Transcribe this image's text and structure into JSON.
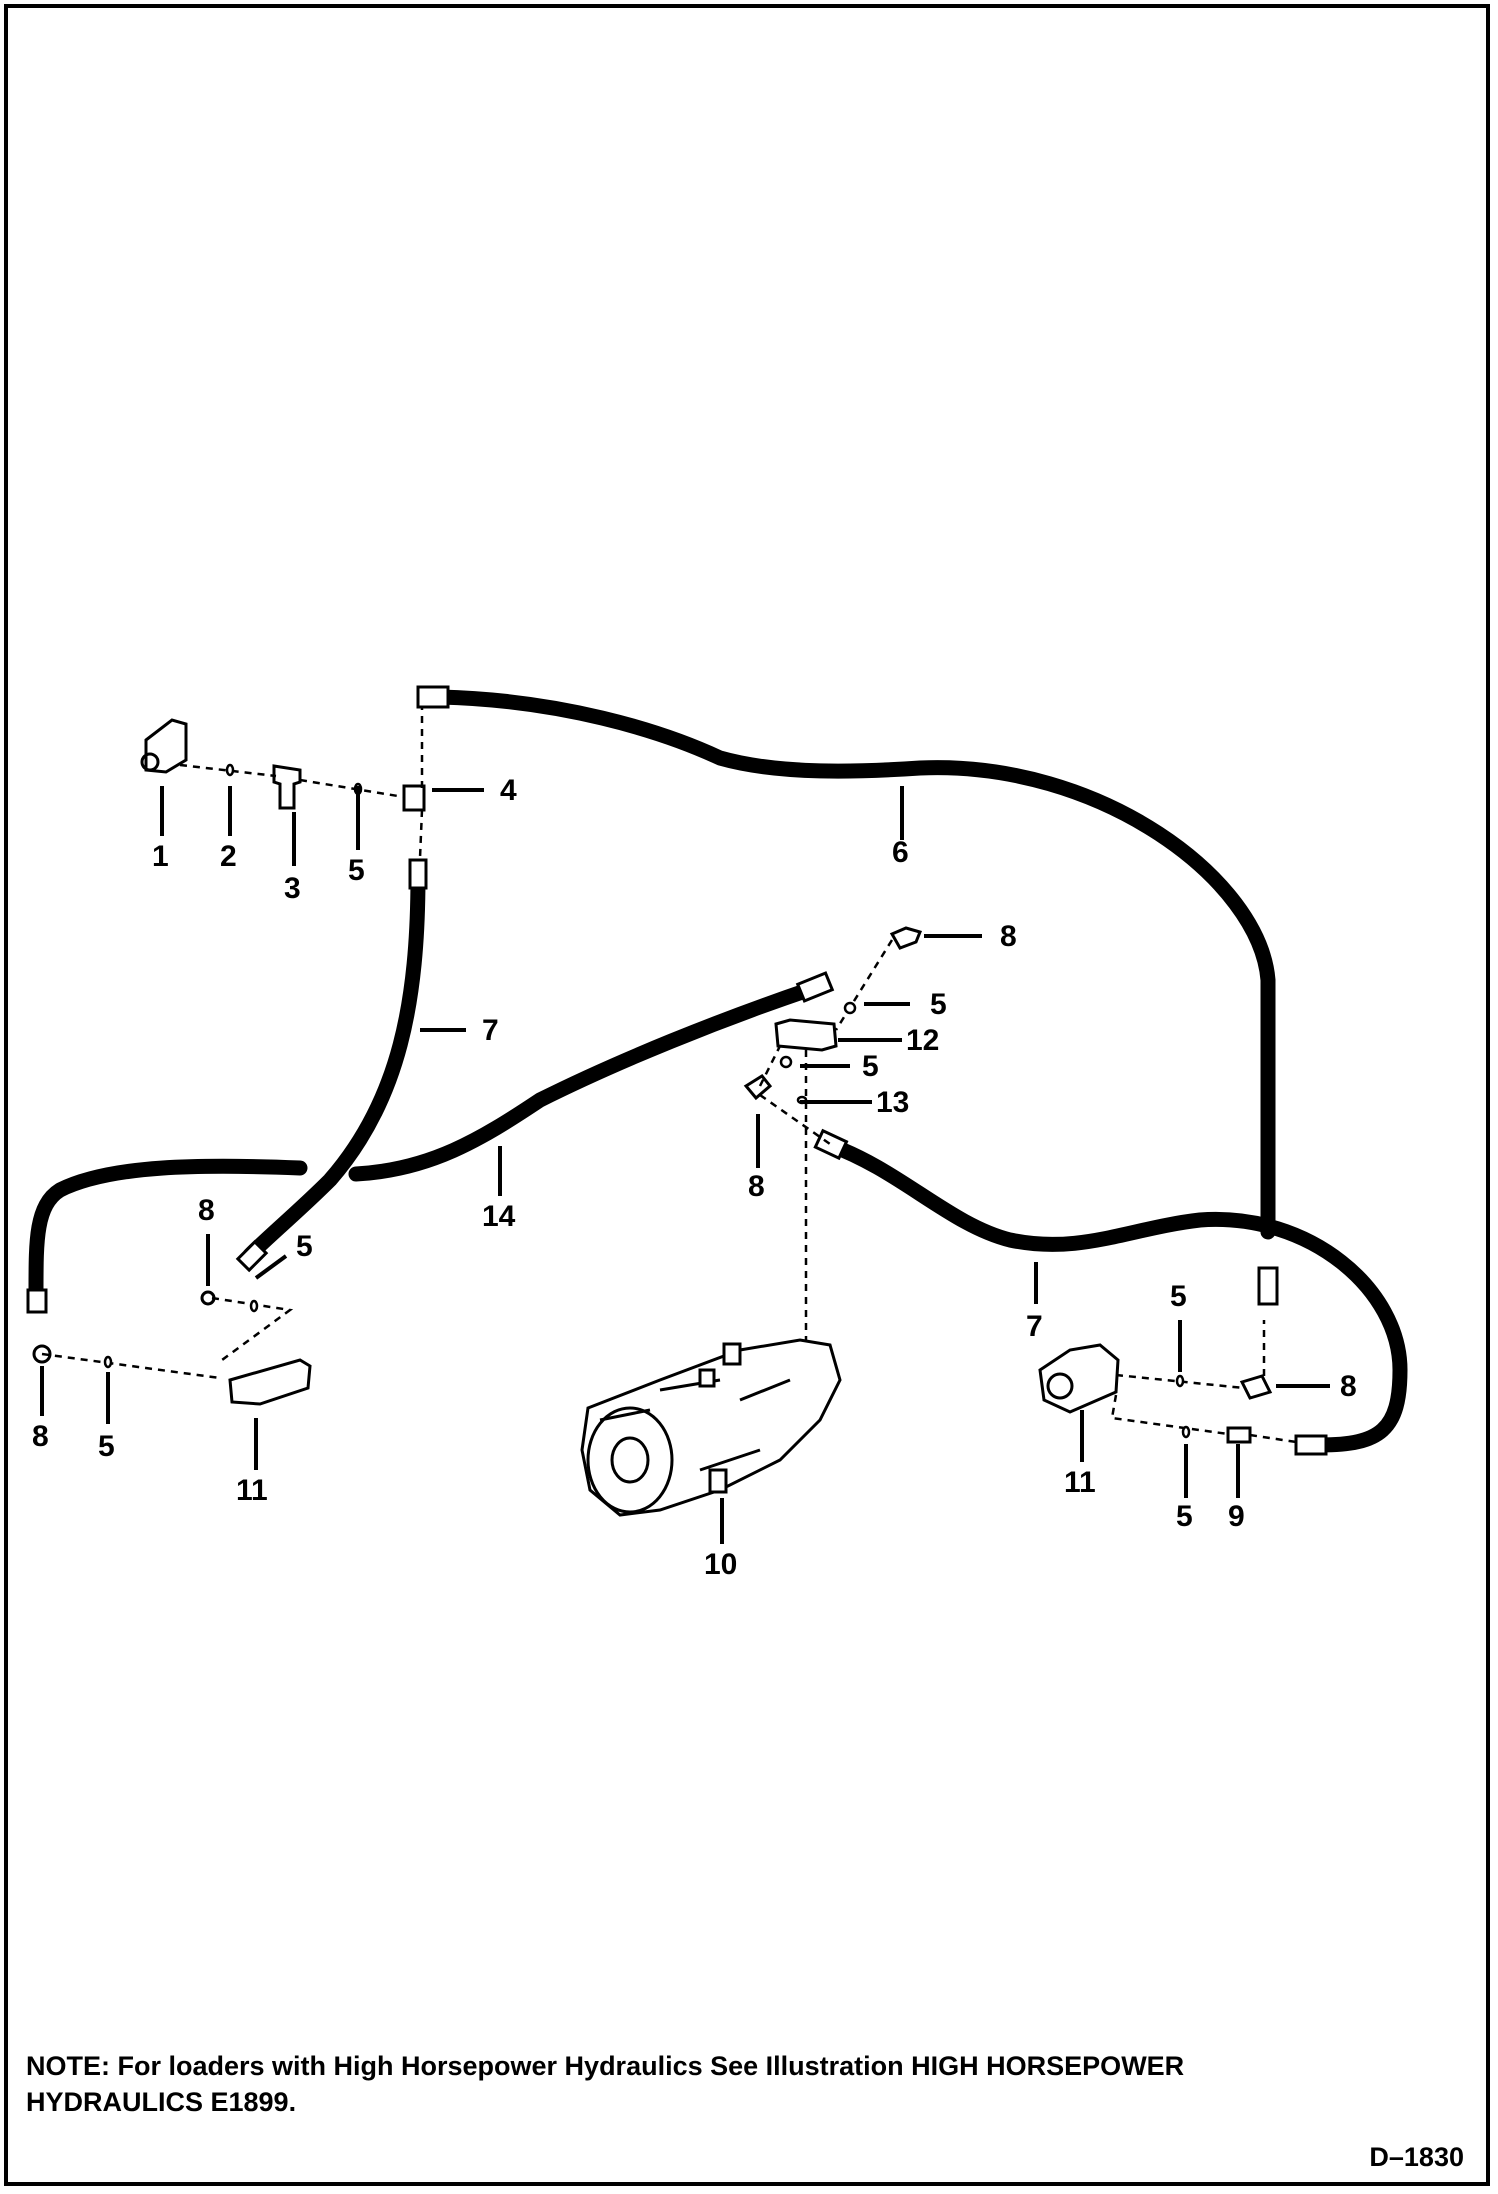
{
  "callouts": {
    "c1": "1",
    "c2": "2",
    "c3": "3",
    "c4": "4",
    "c5a": "5",
    "c6": "6",
    "c7a": "7",
    "c8a": "8",
    "c5b": "5",
    "c12": "12",
    "c5c": "5",
    "c13": "13",
    "c14": "14",
    "c8b": "8",
    "c8c": "8",
    "c5d": "5",
    "c7b": "7",
    "c5e": "5",
    "c8d": "8",
    "c5f": "5",
    "c11a": "11",
    "c10": "10",
    "c11b": "11",
    "c5g": "5",
    "c9": "9",
    "c8e": "8"
  },
  "note": "NOTE: For loaders with High Horsepower Hydraulics See Illustration HIGH HORSEPOWER HYDRAULICS E1899.",
  "figure_id": "D–1830"
}
